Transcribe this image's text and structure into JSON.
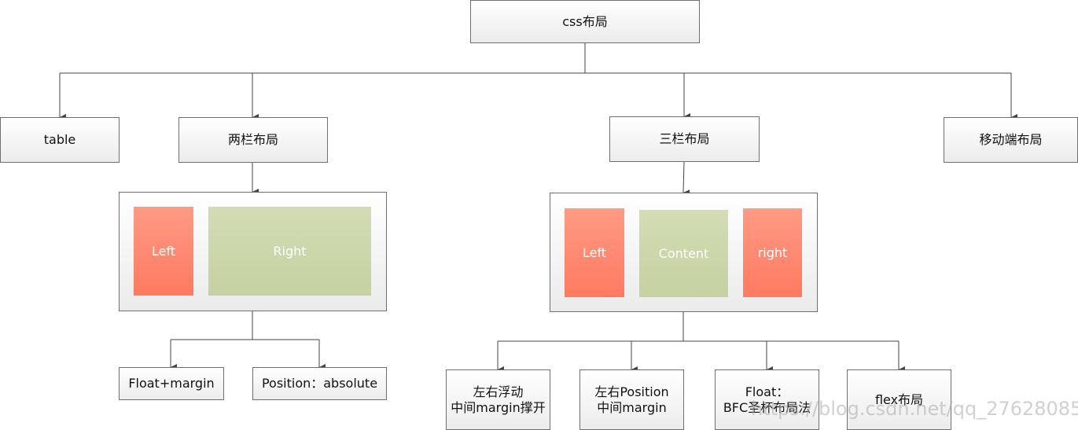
{
  "nodes": {
    "root": "css布局",
    "table": "table",
    "two_col": "两栏布局",
    "three_col": "三栏布局",
    "mobile": "移动端布局",
    "float_margin": "Float+margin",
    "position_absolute": "Position：absolute",
    "left_float": "左右浮动\n中间margin撑开",
    "left_position": "左右Position\n中间margin",
    "float_bfc": "Float：\nBFC圣杯布局法",
    "flex": "flex布局"
  },
  "two_col_diagram": {
    "left": "Left",
    "right": "Right"
  },
  "three_col_diagram": {
    "left": "Left",
    "content": "Content",
    "right": "right"
  },
  "watermark": "https://blog.csdn.net/qq_27628085",
  "colors": {
    "side_block": "#ff8a70",
    "main_block": "#cdd7ad",
    "line": "#444444"
  }
}
